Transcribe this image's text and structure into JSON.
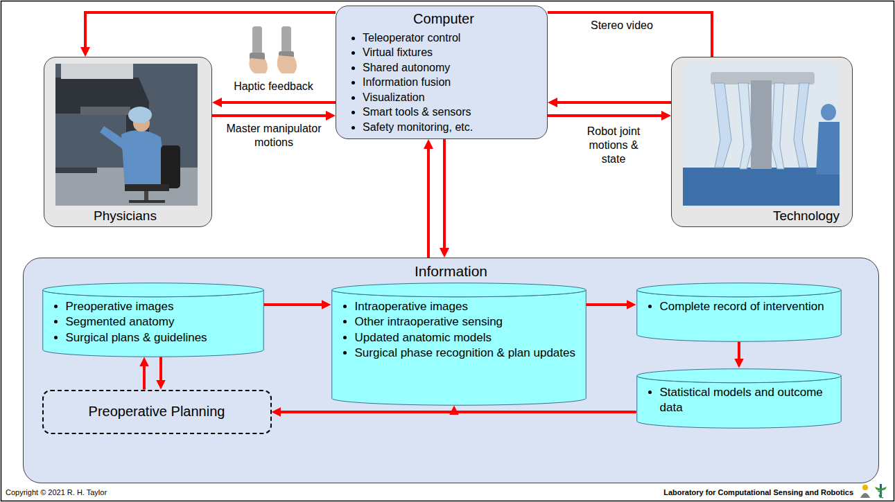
{
  "diagram": {
    "nodes": [
      {
        "text": [
          "Computer",
          "Teleoperator control",
          "Virtual fixtures",
          "Shared autonomy",
          "Information fusion",
          "Visualization",
          "Smart tools & sensors",
          "Safety monitoring, etc."
        ]
      },
      {
        "text": [
          "Physicians"
        ]
      },
      {
        "text": [
          "Technology"
        ]
      },
      {
        "text": [
          "Information"
        ]
      },
      {
        "text": [
          "Preoperative images",
          "Segmented anatomy",
          "Surgical plans & guidelines"
        ],
        "in": 3
      },
      {
        "text": [
          "Intraoperative images",
          "Other intraoperative sensing",
          "Updated anatomic models",
          "Surgical phase recognition & plan updates"
        ],
        "in": 3
      },
      {
        "text": [
          "Complete record of intervention"
        ],
        "in": 3
      },
      {
        "text": [
          "Statistical models and outcome data"
        ],
        "in": 3
      },
      {
        "text": [
          "Preoperative Planning"
        ],
        "in": 3
      }
    ],
    "edges": [
      {
        "from": 2,
        "to": 0,
        "label": "Stereo video",
        "arrow": "none"
      },
      {
        "from": 0,
        "to": 1,
        "arrow": "to"
      },
      {
        "from": 0,
        "to": 1,
        "label": "Haptic feedback",
        "arrow": "to"
      },
      {
        "from": 1,
        "to": 0,
        "label": "Master manipulator motions",
        "arrow": "to"
      },
      {
        "from": 2,
        "to": 0,
        "arrow": "to"
      },
      {
        "from": 0,
        "to": 2,
        "label": "Robot joint motions & state",
        "arrow": "to"
      },
      {
        "from": 3,
        "to": 0,
        "arrow": "to"
      },
      {
        "from": 0,
        "to": 3,
        "arrow": "to"
      },
      {
        "from": 4,
        "to": 5,
        "arrow": "to"
      },
      {
        "from": 5,
        "to": 6,
        "arrow": "to"
      },
      {
        "from": 6,
        "to": 7,
        "arrow": "to"
      },
      {
        "from": 7,
        "to": 8,
        "arrow": "to"
      },
      {
        "from": 7,
        "to": 5,
        "arrow": "to"
      },
      {
        "from": 8,
        "to": 4,
        "arrow": "to"
      },
      {
        "from": 4,
        "to": 8,
        "arrow": "to"
      }
    ],
    "labels": [
      "Copyright © 2021 R. H. Taylor",
      "Laboratory for Computational Sensing and Robotics"
    ]
  }
}
